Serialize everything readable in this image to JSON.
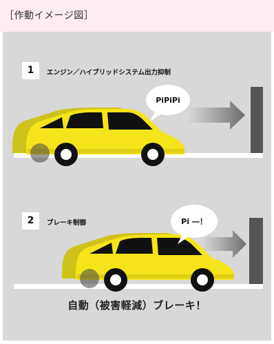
{
  "title": "［作動イメージ図］",
  "steps": [
    {
      "number": "1",
      "label": "エンジン／ハイブリッドシステム出力抑制",
      "sound": "PiPiPi"
    },
    {
      "number": "2",
      "label": "ブレーキ制御",
      "sound": "Pi ―！"
    }
  ],
  "caption": "自動（被害軽減）ブレーキ！",
  "colors": {
    "header_bg": "#fcecf1",
    "panel_bg": "#d8d8d8",
    "car_body": "#f5e41a",
    "car_shadow": "#cfc21a",
    "wall": "#555555",
    "arrow": "#7a7a7a"
  }
}
